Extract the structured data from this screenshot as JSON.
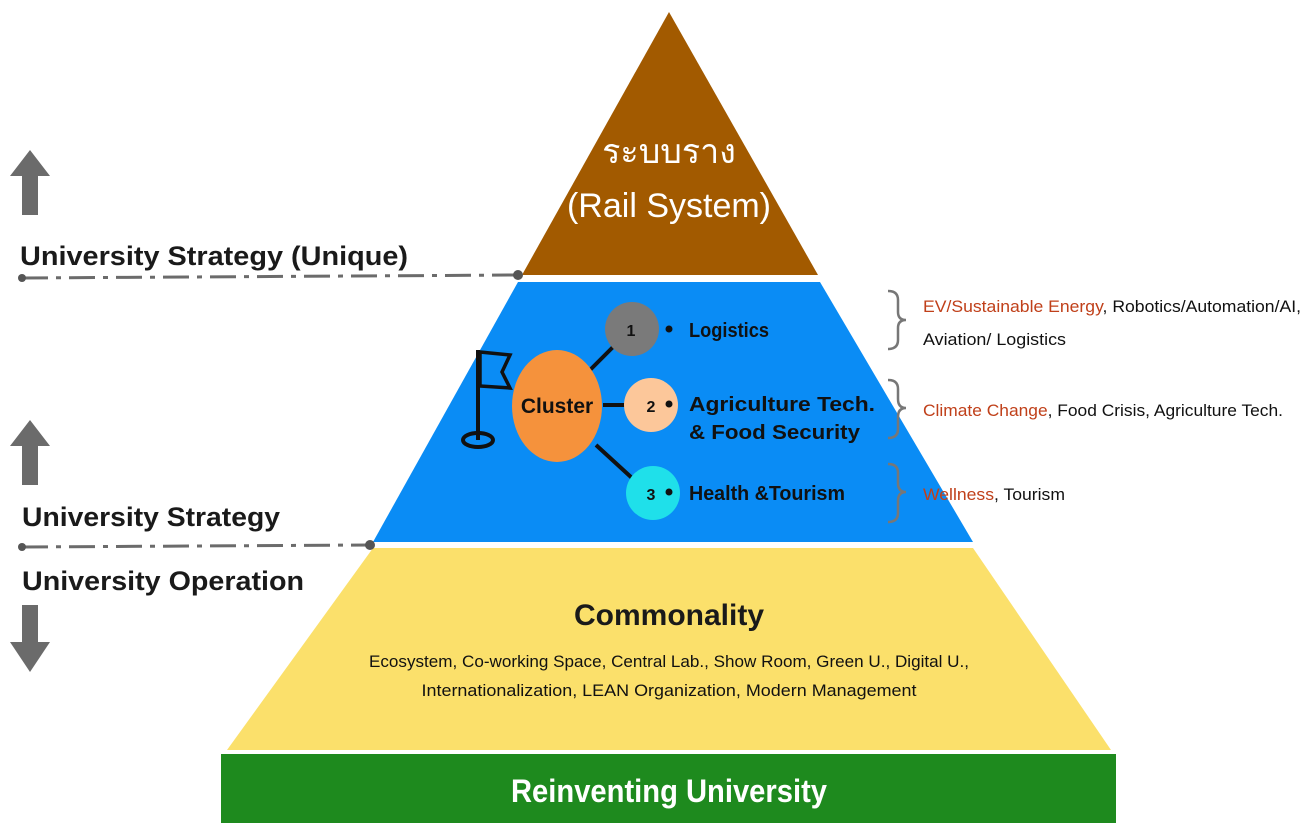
{
  "top_tier": {
    "title_thai": "ระบบราง",
    "title_en": "(Rail System)"
  },
  "middle_tier": {
    "cluster_label": "Cluster",
    "items": [
      {
        "number": "1",
        "label_lines": [
          "Logistics"
        ]
      },
      {
        "number": "2",
        "label_lines": [
          "Agriculture Tech.",
          "& Food Security"
        ]
      },
      {
        "number": "3",
        "label_lines": [
          "Health &Tourism"
        ]
      }
    ]
  },
  "bottom_tier": {
    "title": "Commonality",
    "description_lines": [
      "Ecosystem, Co-working Space, Central Lab.,  Show Room, Green U., Digital U.,",
      "Internationalization, LEAN Organization, Modern Management"
    ]
  },
  "base": {
    "label": "Reinventing University"
  },
  "left_labels": {
    "strategy_unique": "University Strategy (Unique)",
    "strategy": "University Strategy",
    "operation": "University Operation"
  },
  "annotations": [
    {
      "highlight": "EV/Sustainable Energy",
      "rest": ", Robotics/Automation/AI,",
      "line2": "Aviation/ Logistics"
    },
    {
      "highlight": "Climate Change",
      "rest": ", Food Crisis, Agriculture Tech.",
      "line2": ""
    },
    {
      "highlight": "Wellness",
      "rest": ", Tourism",
      "line2": ""
    }
  ],
  "colors": {
    "top": "#A25A00",
    "middle": "#0A8CF5",
    "bottom": "#FBE06B",
    "base": "#1E8A1E",
    "cluster": "#F5923C",
    "circle1": "#7A7A7A",
    "circle2": "#FCC79A",
    "circle3": "#1FE0EA",
    "highlight": "#C0401A",
    "arrow": "#6B6B6B"
  }
}
